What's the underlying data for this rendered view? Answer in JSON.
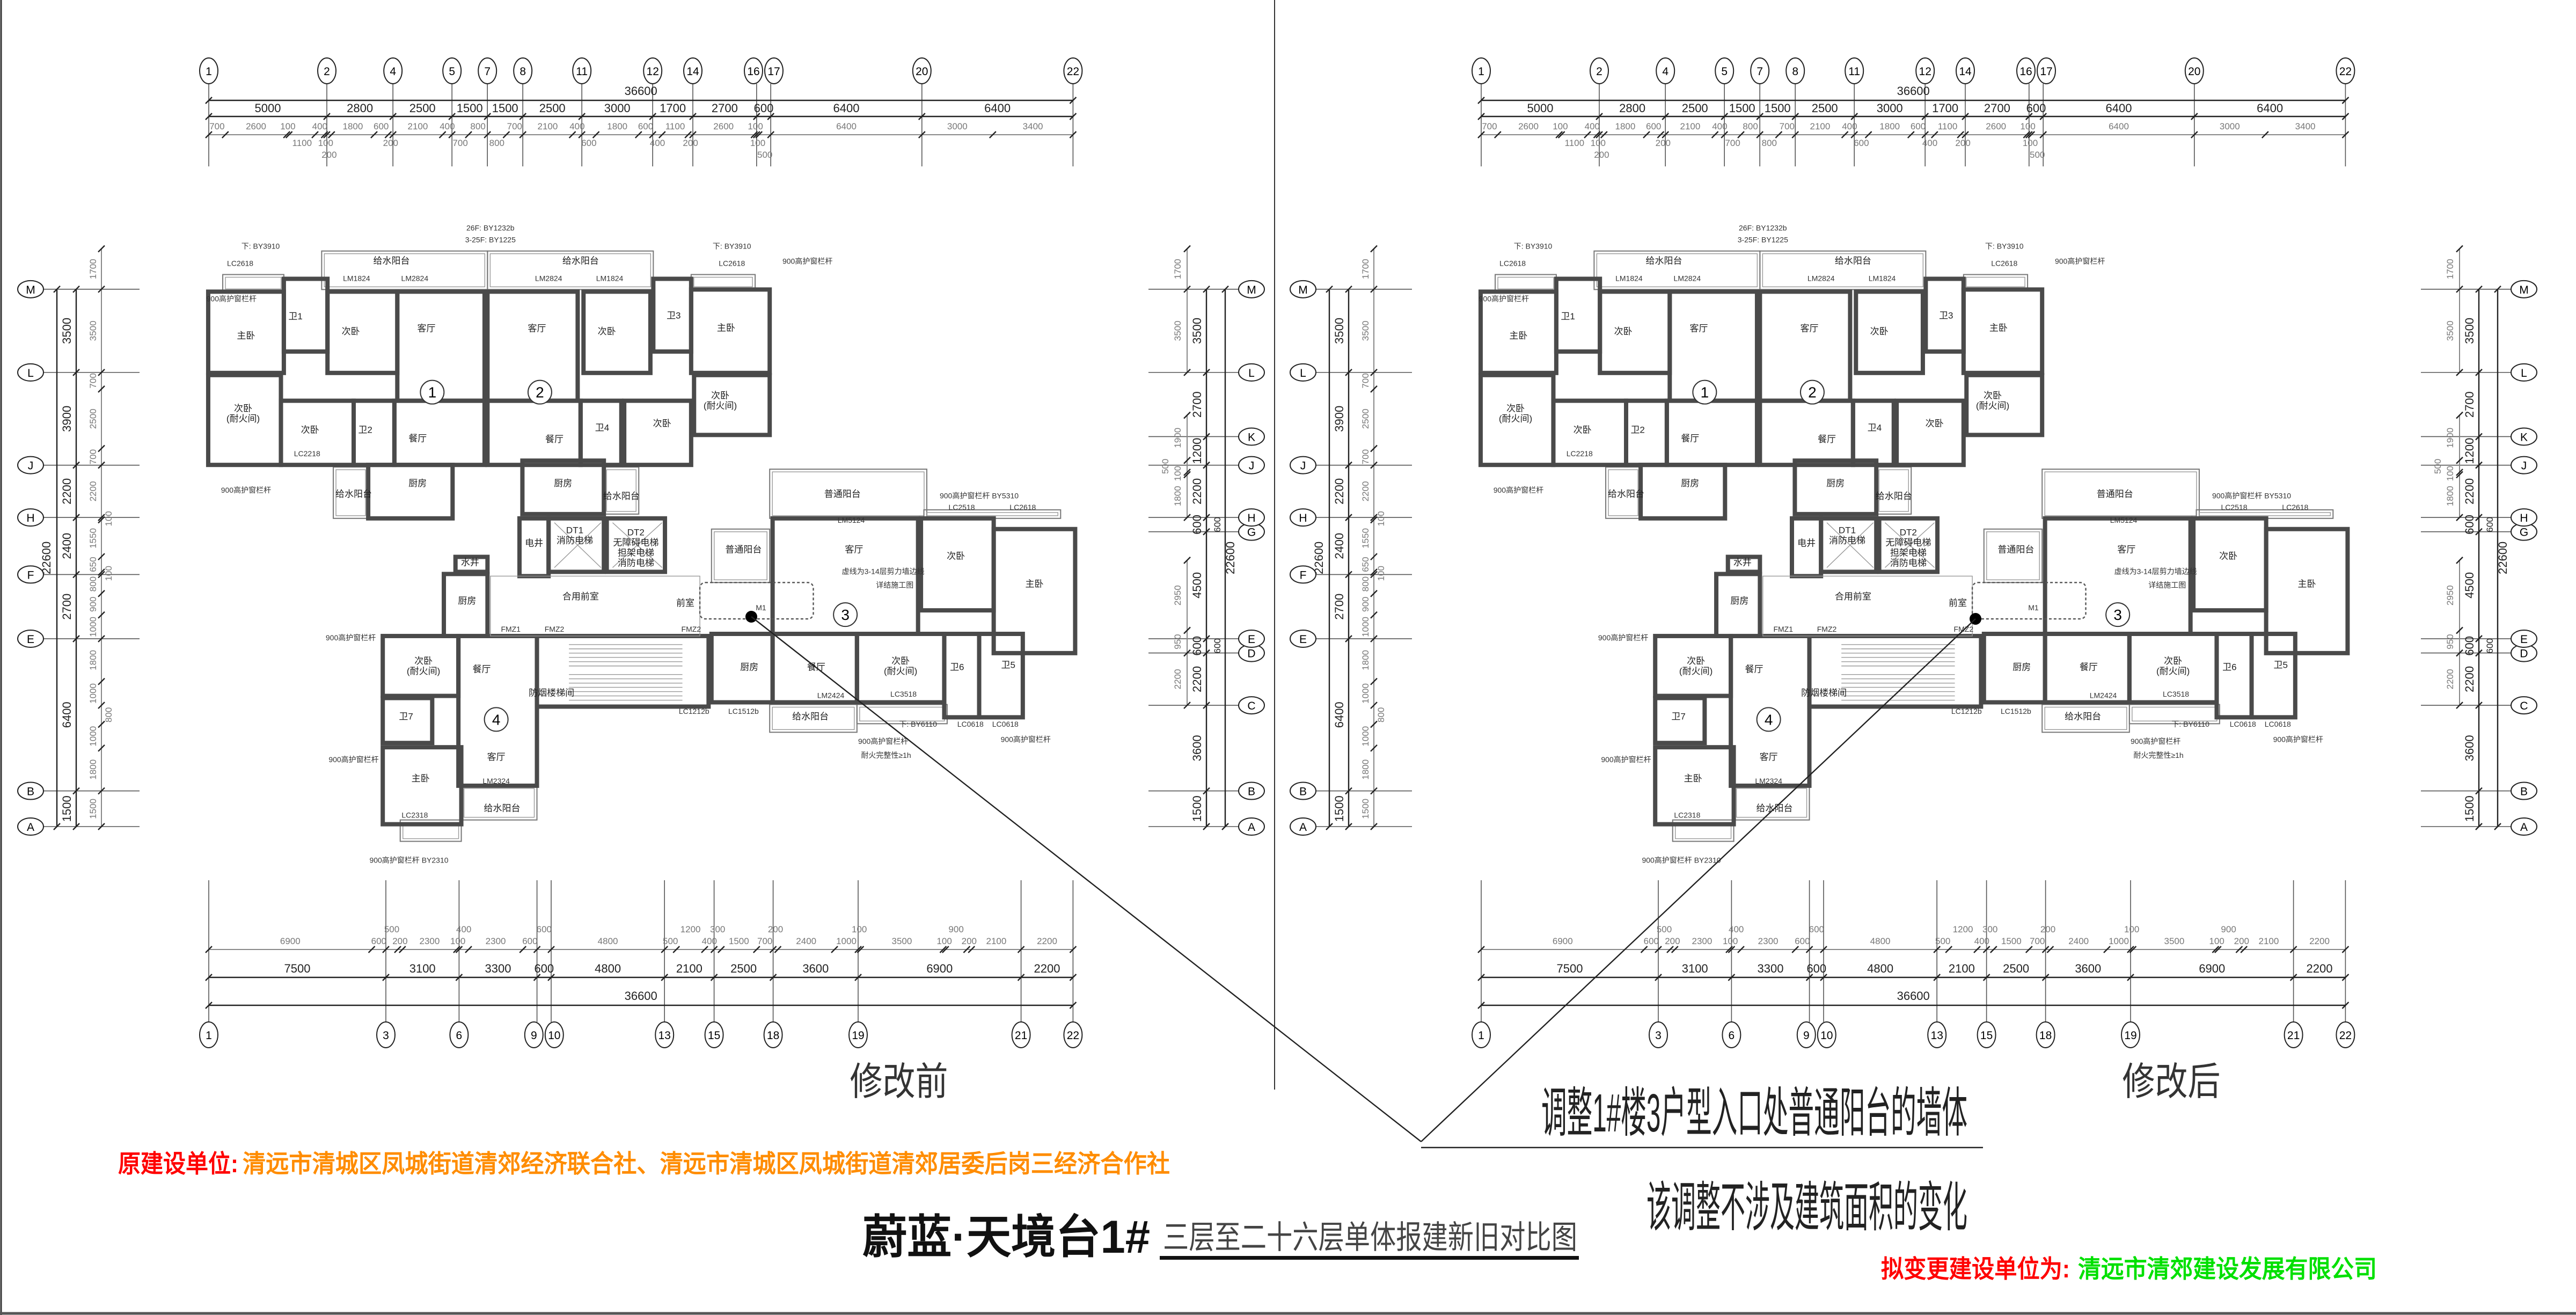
{
  "sheet": {
    "project_title": "蔚蓝·天境台1#",
    "subtitle": "三层至二十六层单体报建新旧对比图",
    "original_builder_label": "原建设单位:",
    "original_builder_value": "清远市清城区凤城街道清郊经济联合社、清远市清城区凤城街道清郊居委后岗三经济合作社",
    "new_builder_label": "拟变更建设单位为:",
    "new_builder_value": "清远市清郊建设发展有限公司",
    "note_line1": "调整1#楼3户型入口处普通阳台的墙体",
    "note_line2": "该调整不涉及建筑面积的变化",
    "colors": {
      "label_red": "#ff0000",
      "orange": "#ff8c00",
      "green": "#00e000"
    }
  },
  "plans": [
    {
      "id": "before",
      "caption": "修改前"
    },
    {
      "id": "after",
      "caption": "修改后"
    }
  ],
  "grid": {
    "top_axes": [
      "1",
      "2",
      "4",
      "5",
      "7",
      "8",
      "11",
      "12",
      "14",
      "16",
      "17",
      "20",
      "22"
    ],
    "bottom_axes": [
      "1",
      "3",
      "6",
      "9",
      "10",
      "13",
      "15",
      "18",
      "19",
      "21",
      "22"
    ],
    "left_axes": [
      "A",
      "B",
      "E",
      "F",
      "H",
      "J",
      "L",
      "M"
    ],
    "right_axes": [
      "A",
      "B",
      "C",
      "D",
      "E",
      "G",
      "H",
      "J",
      "K",
      "L",
      "M"
    ]
  },
  "dims": {
    "top_total": "36600",
    "top_main": [
      "5000",
      "2800",
      "2500",
      "1500",
      "1500",
      "2500",
      "3000",
      "1700",
      "2700",
      "600",
      "6400",
      "6400"
    ],
    "top_detail": [
      "700",
      "2600",
      "100",
      "1100",
      "400",
      "100",
      "200",
      "1800",
      "600",
      "200",
      "2100",
      "400",
      "700",
      "800",
      "800",
      "700",
      "2100",
      "400",
      "600",
      "1800",
      "600",
      "400",
      "1100",
      "200",
      "2600",
      "100",
      "100",
      "500",
      "6400",
      "3000",
      "3400"
    ],
    "bottom_total": "36600",
    "bottom_main": [
      "7500",
      "3100",
      "3300",
      "600",
      "4800",
      "2100",
      "2500",
      "3600",
      "6900",
      "2200"
    ],
    "bottom_detail": [
      "6900",
      "600",
      "500",
      "200",
      "2300",
      "100",
      "400",
      "2300",
      "600",
      "600",
      "4800",
      "500",
      "1200",
      "400",
      "300",
      "1500",
      "700",
      "200",
      "2400",
      "1000",
      "100",
      "3500",
      "100",
      "900",
      "200",
      "2100",
      "2200"
    ],
    "left_total": "22600",
    "left_main": [
      "1500",
      "6400",
      "2700",
      "2400",
      "2200",
      "3900",
      "3500"
    ],
    "left_detail": [
      "1500",
      "1800",
      "1000",
      "800",
      "1000",
      "1800",
      "1000",
      "900",
      "800",
      "100",
      "650",
      "1550",
      "100",
      "2200",
      "700",
      "2500",
      "700",
      "3500",
      "1700"
    ],
    "right_total": "22600",
    "right_main": [
      "1500",
      "3600",
      "2200",
      "600",
      "4500",
      "600",
      "2200",
      "1200",
      "2700",
      "3500"
    ],
    "right_total_marks": [
      "600",
      "600"
    ],
    "right_detail_runs": [
      {
        "from": "C",
        "dims": [
          "2200",
          "950",
          "2950"
        ]
      },
      {
        "from": "H",
        "dims": [
          "1800",
          "100",
          "500",
          "1900"
        ]
      },
      {
        "from": "L",
        "dims": [
          "3500",
          "1700"
        ]
      }
    ]
  },
  "unit_numbers": [
    "1",
    "2",
    "3",
    "4"
  ],
  "rooms": [
    {
      "lines": [
        "主卧"
      ]
    },
    {
      "lines": [
        "卫1"
      ]
    },
    {
      "lines": [
        "次卧"
      ]
    },
    {
      "lines": [
        "客厅"
      ]
    },
    {
      "lines": [
        "次卧",
        "(耐火间)"
      ]
    },
    {
      "lines": [
        "次卧"
      ]
    },
    {
      "lines": [
        "卫2"
      ]
    },
    {
      "lines": [
        "餐厅"
      ]
    },
    {
      "lines": [
        "厨房"
      ]
    },
    {
      "lines": [
        "给水阳台"
      ]
    },
    {
      "lines": [
        "给水阳台"
      ]
    },
    {
      "lines": [
        "客厅"
      ]
    },
    {
      "lines": [
        "次卧"
      ]
    },
    {
      "lines": [
        "卫3"
      ]
    },
    {
      "lines": [
        "主卧"
      ]
    },
    {
      "lines": [
        "次卧",
        "(耐火间)"
      ]
    },
    {
      "lines": [
        "次卧"
      ]
    },
    {
      "lines": [
        "卫4"
      ]
    },
    {
      "lines": [
        "餐厅"
      ]
    },
    {
      "lines": [
        "厨房"
      ]
    },
    {
      "lines": [
        "给水阳台"
      ]
    },
    {
      "lines": [
        "给水阳台"
      ]
    },
    {
      "lines": [
        "电井"
      ]
    },
    {
      "lines": [
        "DT1",
        "消防电梯"
      ]
    },
    {
      "lines": [
        "DT2",
        "无障碍电梯",
        "担架电梯",
        "消防电梯"
      ]
    },
    {
      "lines": [
        "水井"
      ]
    },
    {
      "lines": [
        "厨房"
      ]
    },
    {
      "lines": [
        "合用前室"
      ]
    },
    {
      "lines": [
        "前室"
      ]
    },
    {
      "lines": [
        "防烟楼梯间"
      ]
    },
    {
      "lines": [
        "普通阳台"
      ]
    },
    {
      "lines": [
        "普通阳台"
      ]
    },
    {
      "lines": [
        "客厅"
      ]
    },
    {
      "lines": [
        "次卧"
      ]
    },
    {
      "lines": [
        "主卧"
      ]
    },
    {
      "lines": [
        "厨房"
      ]
    },
    {
      "lines": [
        "餐厅"
      ]
    },
    {
      "lines": [
        "次卧",
        "(耐火间)"
      ]
    },
    {
      "lines": [
        "卫6"
      ]
    },
    {
      "lines": [
        "卫5"
      ]
    },
    {
      "lines": [
        "给水阳台"
      ]
    },
    {
      "lines": [
        "次卧",
        "(耐火间)"
      ]
    },
    {
      "lines": [
        "卫7"
      ]
    },
    {
      "lines": [
        "餐厅"
      ]
    },
    {
      "lines": [
        "客厅"
      ]
    },
    {
      "lines": [
        "主卧"
      ]
    },
    {
      "lines": [
        "给水阳台"
      ]
    }
  ],
  "codes": [
    "LC2618",
    "下: BY3910",
    "LM1824",
    "LM2824",
    "26F: BY1232b",
    "3-25F: BY1225",
    "LM2824",
    "LM1824",
    "下: BY3910",
    "LC2618",
    "900高护窗栏杆",
    "LC2218",
    "900高护窗栏杆",
    "LM5124",
    "LC2518",
    "LC2618",
    "900高护窗栏杆 BY5310",
    "LM2424",
    "LC3518",
    "LC0618",
    "LC0618",
    "下: BY6110",
    "900高护窗栏杆",
    "900高护窗栏杆",
    "耐火完整性≥1h",
    "LC1512b",
    "LC1212b",
    "LM2324",
    "LC2318",
    "900高护窗栏杆 BY2310",
    "900高护窗栏杆",
    "900高护窗栏杆",
    "虚线为3-14层剪力墙边线",
    "详结施工图",
    "FMZ1",
    "FMZ2",
    "FMZ2",
    "M1",
    "900高护窗栏杆"
  ]
}
